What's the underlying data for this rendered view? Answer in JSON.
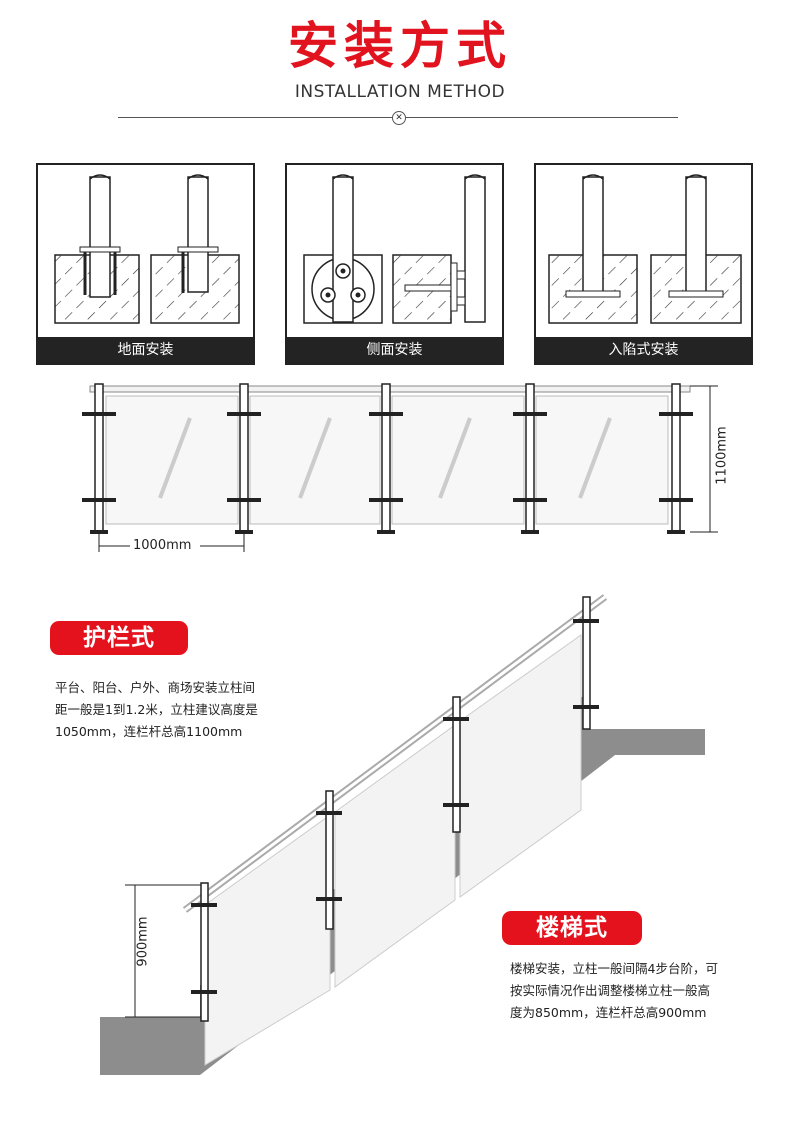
{
  "header": {
    "title": "安装方式",
    "subtitle": "INSTALLATION METHOD"
  },
  "methods": [
    {
      "label": "地面安装"
    },
    {
      "label": "侧面安装"
    },
    {
      "label": "入陷式安装"
    }
  ],
  "railing_diagram": {
    "height_label": "1100mm",
    "spacing_label": "1000mm"
  },
  "guardrail": {
    "tag": "护栏式",
    "lines": [
      "平台、阳台、户外、商场安装立柱间",
      "距一般是1到1.2米，立柱建议高度是",
      "1050mm，连栏杆总高1100mm"
    ]
  },
  "stair": {
    "tag": "楼梯式",
    "height_label": "900mm",
    "lines": [
      "楼梯安装，立柱一般间隔4步台阶，可",
      "按实际情况作出调整楼梯立柱一般高",
      "度为850mm，连栏杆总高900mm"
    ]
  },
  "colors": {
    "accent": "#e0131e",
    "dark_bar": "#232323",
    "stair_gray": "#8d8d8d"
  }
}
